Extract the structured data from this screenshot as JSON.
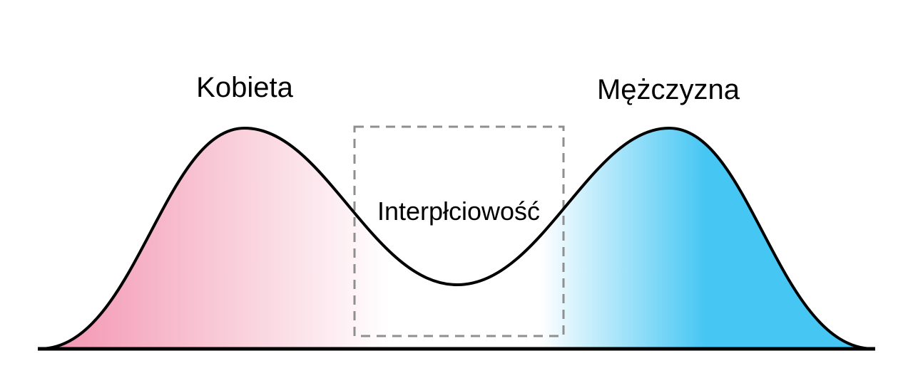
{
  "diagram": {
    "left_label": "Kobieta",
    "center_label": "Interpłciowość",
    "right_label": "Mężczyzna",
    "colors": {
      "female_fill": "#F291AE",
      "male_fill": "#45C6F3",
      "curve_stroke": "#000000",
      "dashed_box": "#8F8F8F",
      "background": "#FFFFFF"
    }
  }
}
